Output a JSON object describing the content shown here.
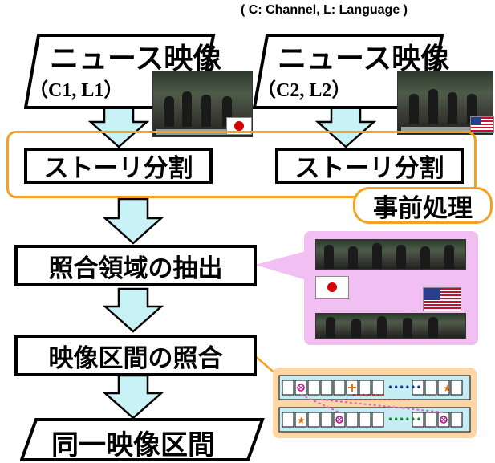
{
  "legend": "( C: Channel, L: Language )",
  "inputs": [
    {
      "title": "ニュース映像",
      "params": "（C1, L1）"
    },
    {
      "title": "ニュース映像",
      "params": "（C2, L2）"
    }
  ],
  "preprocess": {
    "label": "事前処理",
    "steps": [
      "ストーリ分割",
      "ストーリ分割"
    ]
  },
  "steps": [
    "照合領域の抽出",
    "映像区間の照合"
  ],
  "output": "同一映像区間",
  "colors": {
    "arrow_fill": "#c8f2f5",
    "preprocess_border": "#f5a020",
    "extract_panel": "#f1bff1",
    "match_panel": "#fdd6a6",
    "film_strip": "#c6ecf4"
  }
}
